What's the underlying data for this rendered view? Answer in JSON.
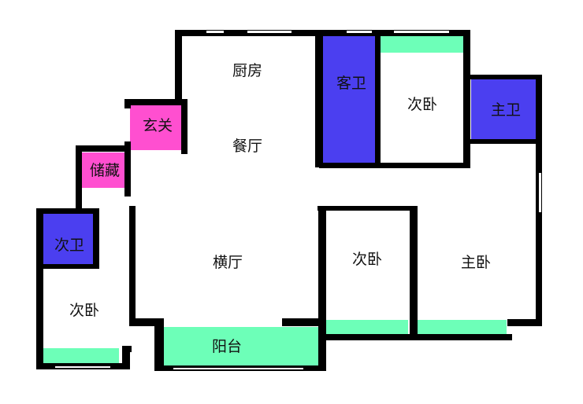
{
  "colors": {
    "wall": "#000000",
    "bathroom": "#4b3ff0",
    "entry": "#ff4fd0",
    "balcony": "#6dffb8",
    "floor": "#ffffff",
    "window": "#ffffff"
  },
  "rooms": {
    "kitchen": "厨房",
    "guest_bath": "客卫",
    "second_bedroom_top": "次卧",
    "master_bath": "主卫",
    "entrance": "玄关",
    "dining": "餐厅",
    "storage": "储藏",
    "second_bath": "次卫",
    "living": "横厅",
    "second_bedroom_mid": "次卧",
    "master_bedroom": "主卧",
    "second_bedroom_left": "次卧",
    "balcony": "阳台"
  }
}
